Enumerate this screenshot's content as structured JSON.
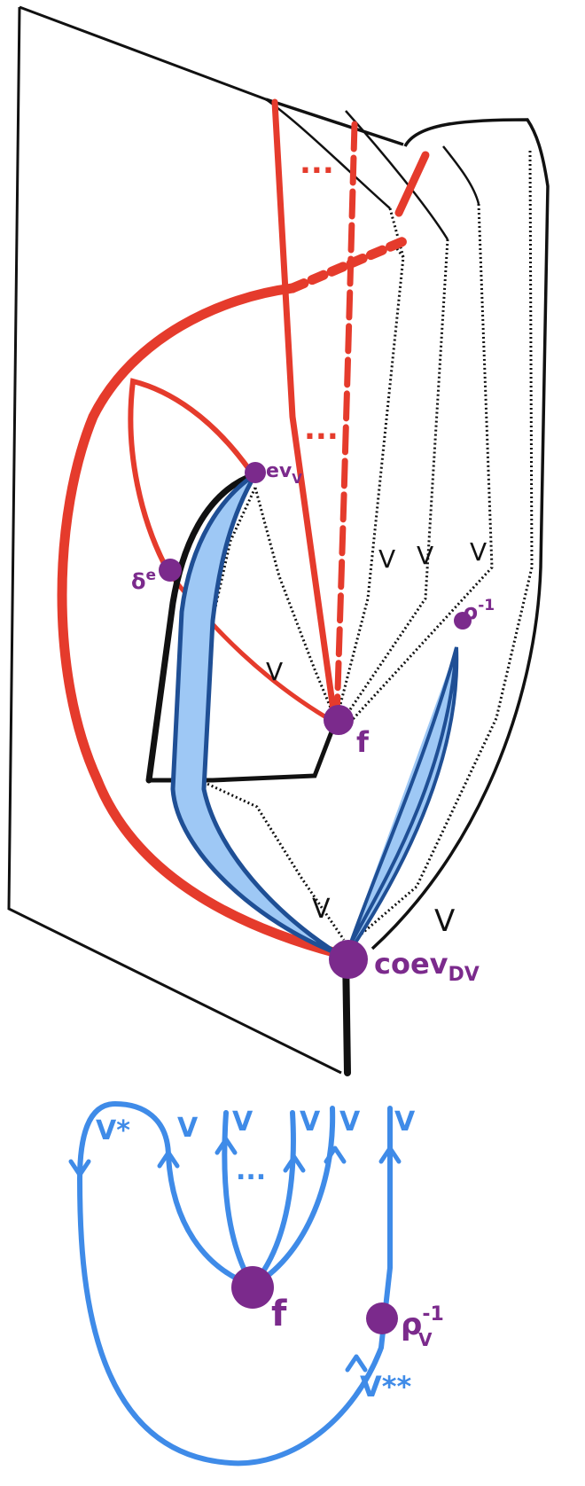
{
  "colors": {
    "red": "#e53b2c",
    "black": "#111111",
    "blue_fill": "#9ec8f5",
    "blue_edge": "#1f4f95",
    "purple": "#7b2a8c",
    "string_blue": "#3f8be8"
  },
  "surface_diagram": {
    "labels": {
      "ev": "ev",
      "ev_sub": "V",
      "delta": "δ",
      "delta_sup": "e",
      "rho": "ρ",
      "rho_sup": "-1",
      "f": "f",
      "coev": "coev",
      "coev_sub": "DV",
      "v": "V",
      "dots": "..."
    }
  },
  "string_diagram": {
    "labels": {
      "v_star": "V*",
      "v": "V",
      "dots": "...",
      "f": "f",
      "rho": "ρ",
      "rho_sub": "V",
      "rho_sup": "-1",
      "v_double_star": "V**"
    }
  }
}
